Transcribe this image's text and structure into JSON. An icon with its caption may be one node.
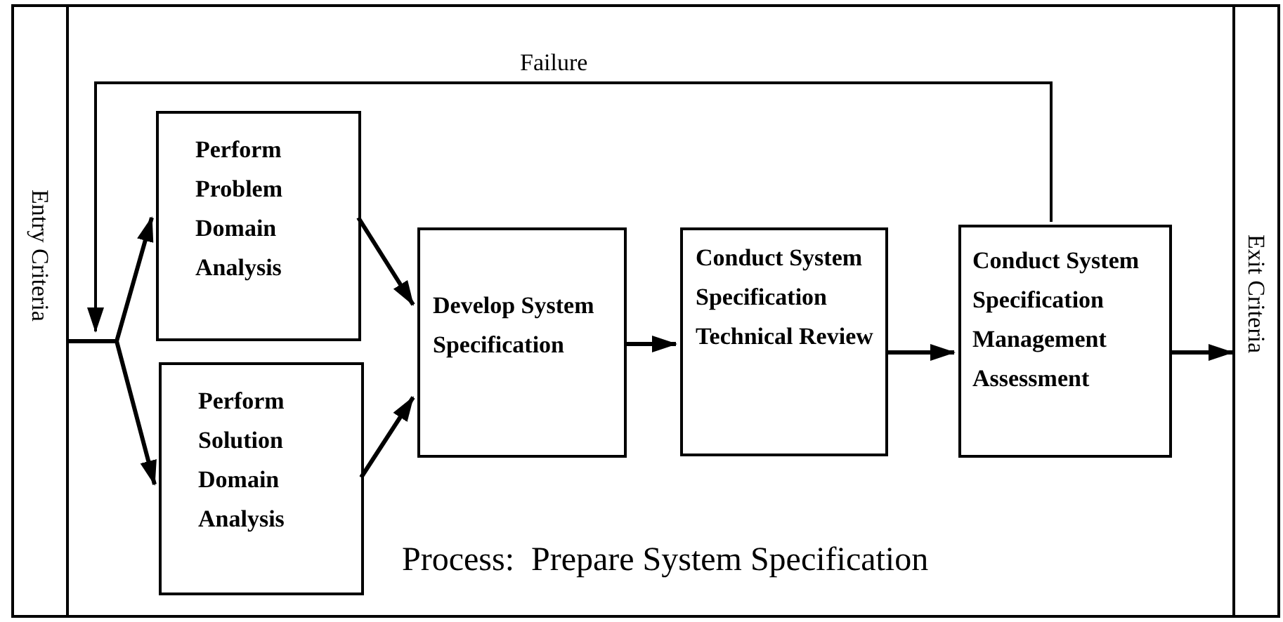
{
  "diagram": {
    "nodes": [
      {
        "text": [
          "Entry Criteria"
        ]
      },
      {
        "text": [
          "Process:  Prepare System Specification"
        ]
      },
      {
        "text": [
          "Perform Problem Domain Analysis"
        ],
        "in": 1
      },
      {
        "text": [
          "Perform Solution Domain Analysis"
        ],
        "in": 1
      },
      {
        "text": [
          "Develop System Specification"
        ],
        "in": 1
      },
      {
        "text": [
          "Conduct System Specification Technical Review"
        ],
        "in": 1
      },
      {
        "text": [
          "Conduct System Specification Management Assessment"
        ],
        "in": 1
      },
      {
        "text": [
          "Exit Criteria"
        ]
      }
    ],
    "edges": [
      {
        "from": 0,
        "to": 2,
        "arrow": "to"
      },
      {
        "from": 0,
        "to": 3,
        "arrow": "to"
      },
      {
        "from": 2,
        "to": 4,
        "arrow": "to"
      },
      {
        "from": 3,
        "to": 4,
        "arrow": "to"
      },
      {
        "from": 4,
        "to": 5,
        "arrow": "to"
      },
      {
        "from": 5,
        "to": 6,
        "arrow": "to"
      },
      {
        "from": 6,
        "to": 7,
        "arrow": "to"
      },
      {
        "from": 6,
        "to": 0,
        "arrow": "to",
        "label": "Failure"
      }
    ]
  }
}
